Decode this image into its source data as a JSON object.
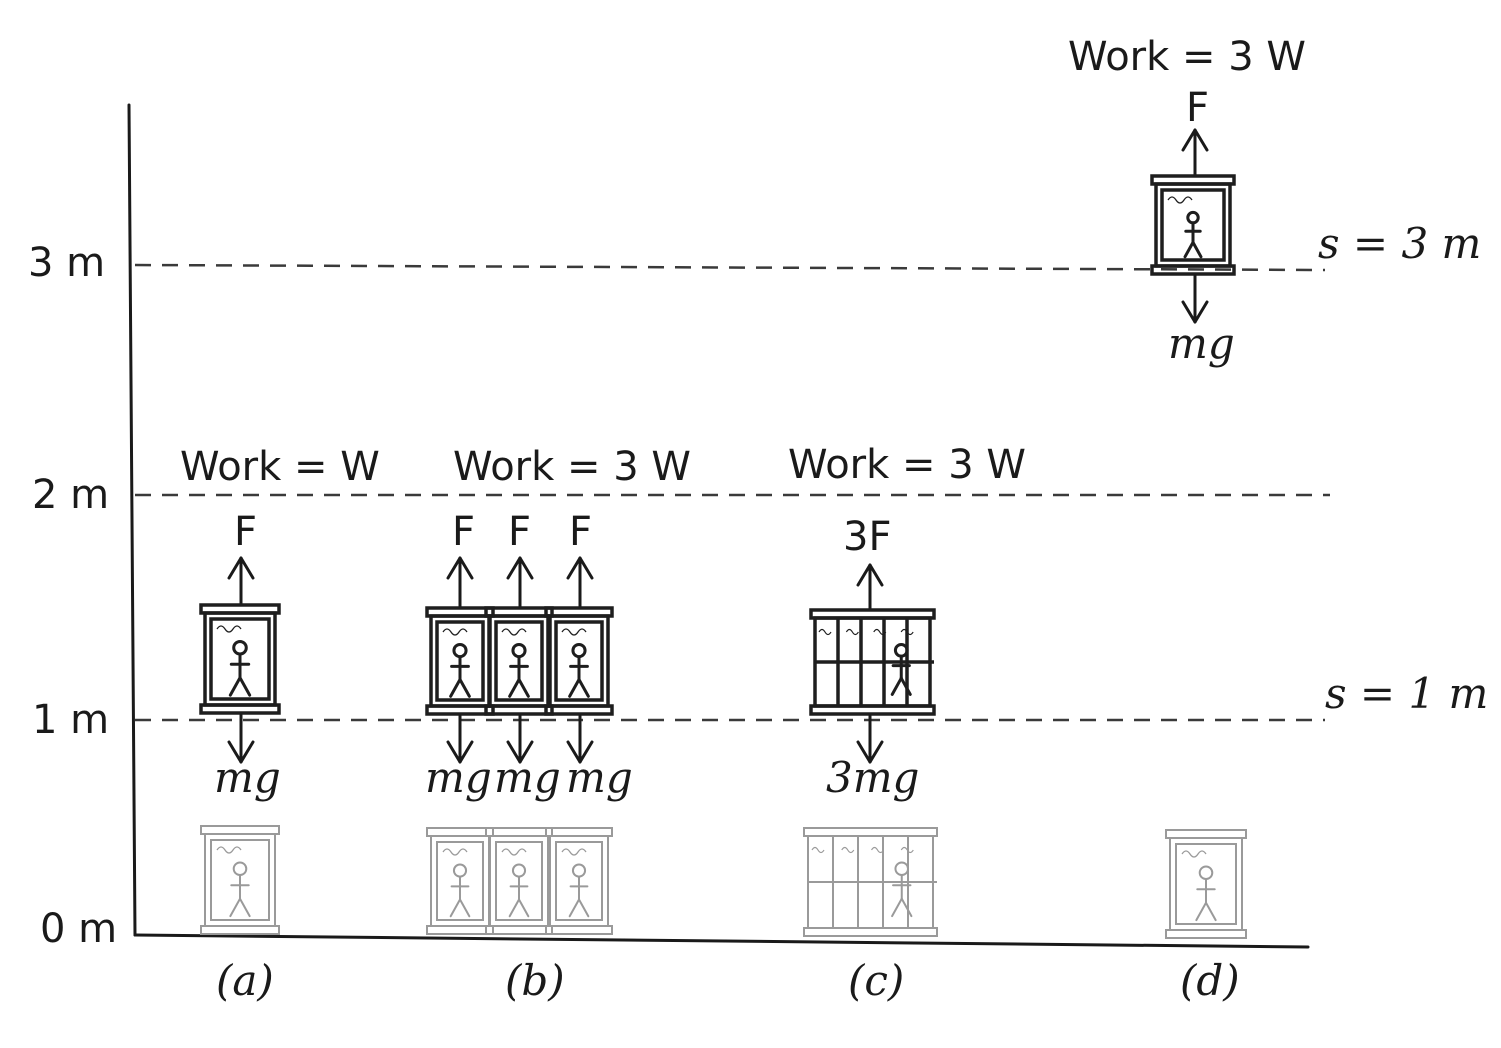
{
  "axis": {
    "labels": {
      "h0": "0 m",
      "h1": "1 m",
      "h2": "2 m",
      "h3": "3 m"
    }
  },
  "scenarios": {
    "a": {
      "caption": "(a)",
      "work": "Work = W",
      "force": "F",
      "weight": "mg"
    },
    "b": {
      "caption": "(b)",
      "work": "Work = 3 W",
      "forces": [
        "F",
        "F",
        "F"
      ],
      "weights": [
        "mg",
        "mg",
        "mg"
      ]
    },
    "c": {
      "caption": "(c)",
      "work": "Work = 3 W",
      "force": "3F",
      "weight": "3mg"
    },
    "d": {
      "caption": "(d)",
      "work": "Work = 3 W",
      "force": "F",
      "weight": "mg"
    }
  },
  "displacements": {
    "s1": "s = 1 m",
    "s3": "s = 3 m"
  },
  "colors": {
    "ink": "#1a1a1a",
    "faded": "#9a9a9a",
    "background": "#ffffff"
  }
}
